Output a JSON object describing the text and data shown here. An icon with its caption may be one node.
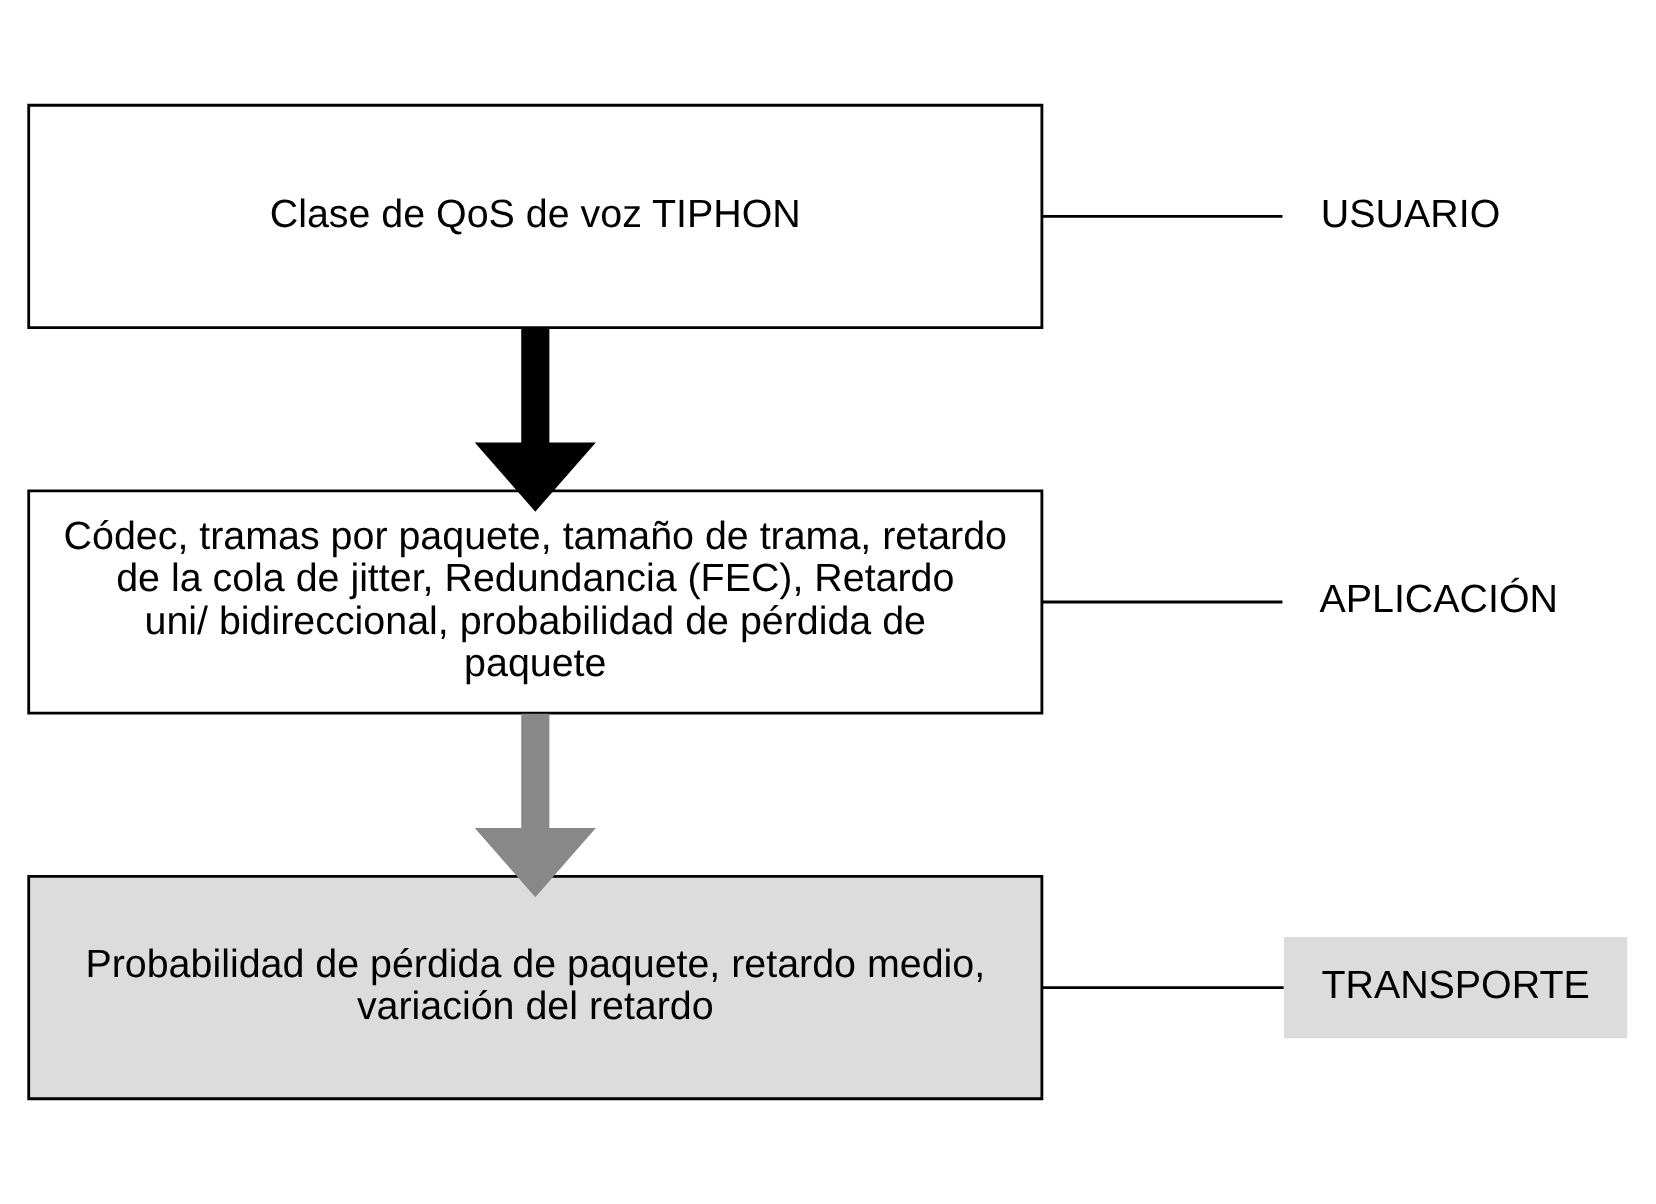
{
  "diagram": {
    "nodes": [
      {
        "text": [
          "Clase de QoS de voz TIPHON"
        ]
      },
      {
        "text": [
          "USUARIO"
        ]
      },
      {
        "text": [
          "Códec, tramas por paquete, tamaño de trama, retardo de la cola de jitter, Redundancia (FEC), Retardo uni/ bidireccional, probabilidad de pérdida de paquete"
        ]
      },
      {
        "text": [
          "APLICACIÓN"
        ]
      },
      {
        "text": [
          "Probabilidad de pérdida de paquete, retardo medio, variación del retardo"
        ]
      },
      {
        "text": [
          "TRANSPORTE"
        ]
      }
    ],
    "edges": [
      {
        "from": 0,
        "to": 2,
        "arrow": "to",
        "style": "thick"
      },
      {
        "from": 2,
        "to": 4,
        "arrow": "to",
        "style": "thick",
        "color": "#888888"
      },
      {
        "from": 0,
        "to": 1,
        "arrow": "none"
      },
      {
        "from": 2,
        "to": 3,
        "arrow": "none"
      },
      {
        "from": 4,
        "to": 5,
        "arrow": "none"
      }
    ]
  }
}
